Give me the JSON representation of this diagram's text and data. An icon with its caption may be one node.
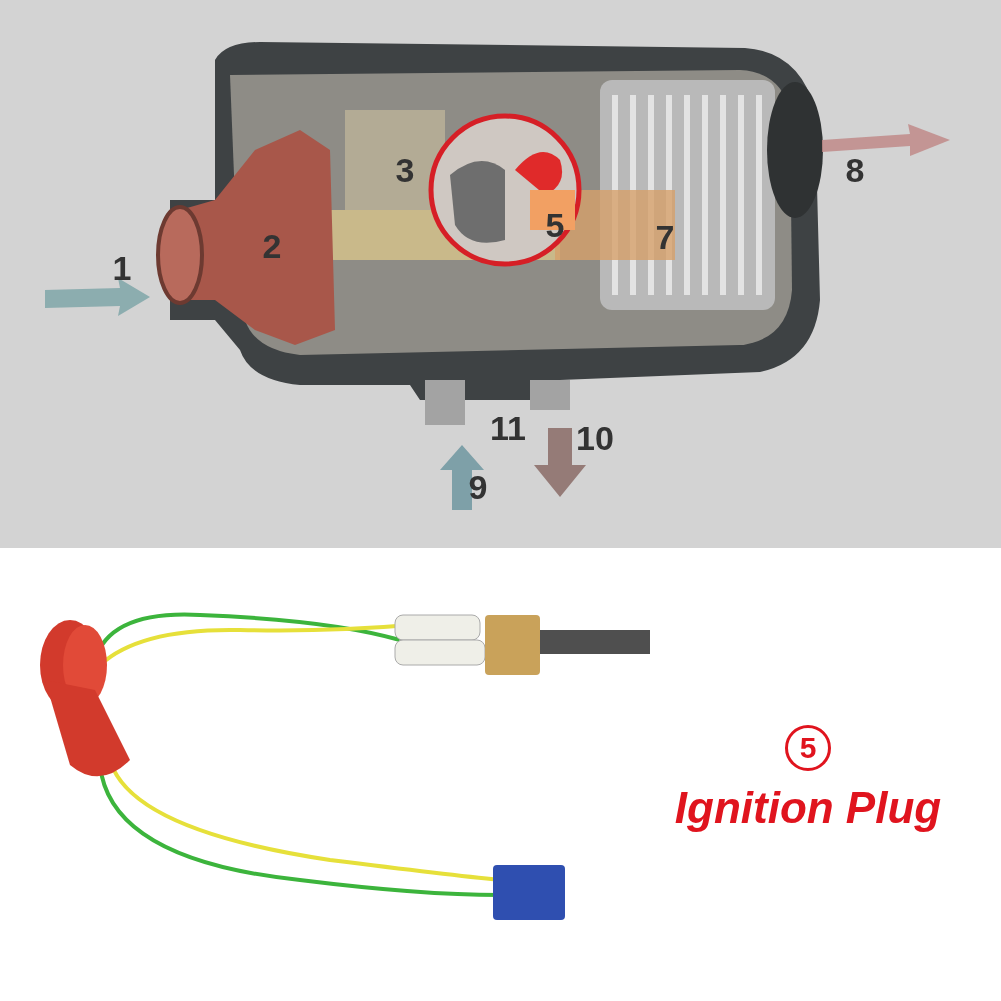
{
  "diagram": {
    "labels": [
      "3",
      "8",
      "5",
      "7",
      "2",
      "1",
      "11",
      "10",
      "9",
      "5",
      "Ignition Plug"
    ]
  }
}
